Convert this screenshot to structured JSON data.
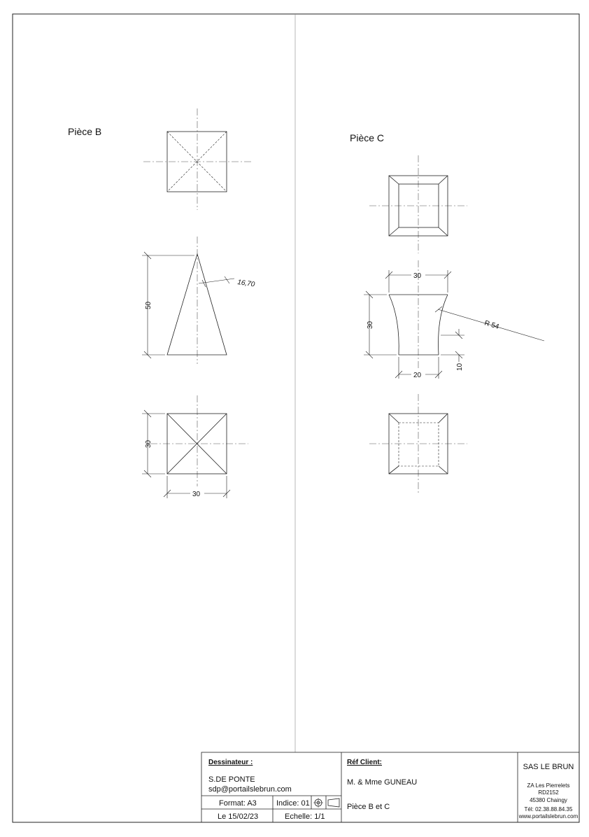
{
  "drawing": {
    "piece_b": {
      "title": "Pièce B",
      "dims": {
        "height": "50",
        "base_half": "16,70",
        "side": "30",
        "width": "30"
      }
    },
    "piece_c": {
      "title": "Pièce C",
      "dims": {
        "top_width": "30",
        "height": "30",
        "radius": "R 54",
        "base_width": "20",
        "base_height": "10"
      }
    }
  },
  "title_block": {
    "designer_label": "Dessinateur :",
    "designer_name": "S.DE PONTE",
    "designer_email": "sdp@portailslebrun.com",
    "format": "Format: A3",
    "indice": "Indice: 01",
    "date": "Le 15/02/23",
    "scale": "Echelle: 1/1",
    "client_label": "Réf Client:",
    "client_name": "M. & Mme GUNEAU",
    "subject": "Pièce B et C",
    "company": {
      "name": "SAS LE BRUN",
      "addr1": "ZA  Les Pierrelets",
      "addr2": "RD2152",
      "addr3": "45380 Chaingy",
      "phone": "Tél: 02.38.88.84.35",
      "web": "www.portailslebrun.com"
    }
  }
}
